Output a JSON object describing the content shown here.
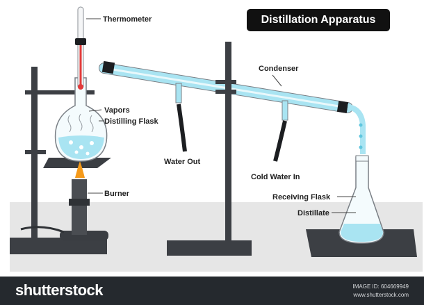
{
  "title": "Distillation Apparatus",
  "labels": {
    "thermometer": "Thermometer",
    "condenser": "Condenser",
    "vapors": "Vapors",
    "distilling_flask": "Distilling Flask",
    "water_out": "Water Out",
    "cold_water_in": "Cold Water In",
    "burner": "Burner",
    "receiving_flask": "Receiving Flask",
    "distillate": "Distillate"
  },
  "footer": {
    "brand": "shutterstock",
    "image_id": "IMAGE ID: 604669949",
    "site": "www.shutterstock.com"
  },
  "watermark": "shutterstock",
  "colors": {
    "liquid": "#a9e4f2",
    "liquid_dark": "#5fc6de",
    "stand": "#3c3f44",
    "title_bg": "#111111",
    "footer_bg": "#25292e",
    "flame": "#f59a1a"
  }
}
